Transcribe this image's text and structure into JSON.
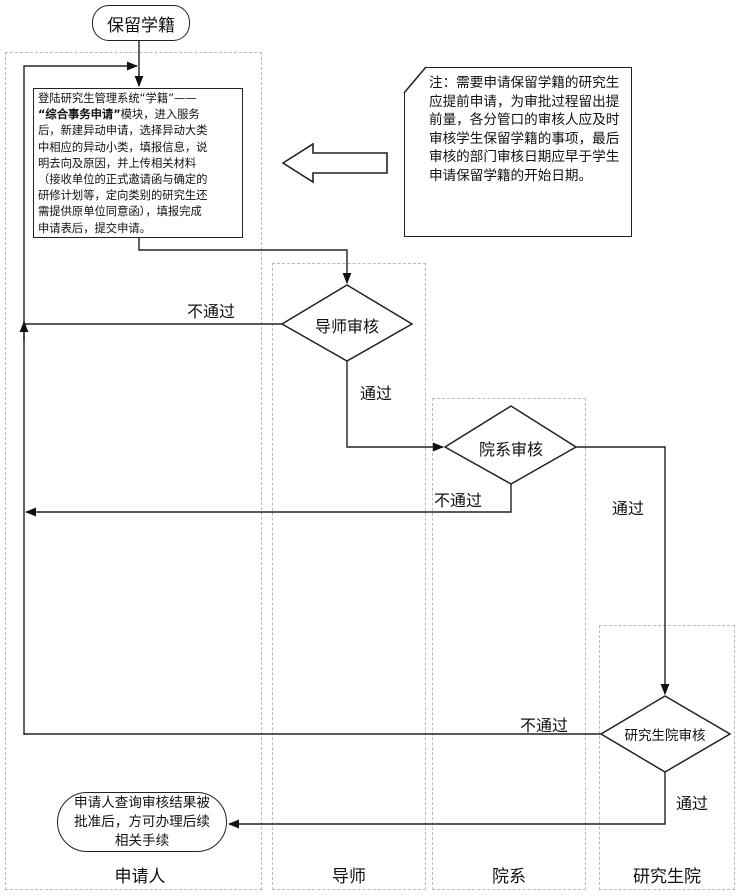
{
  "diagram": {
    "start_label": "保留学籍",
    "lanes": [
      "申请人",
      "导师",
      "院系",
      "研究生院"
    ],
    "step1": {
      "line1": "登陆研究生管理系统“学籍”——",
      "line2_bold": "“综合事务申请”",
      "line2_rest": "模块，进入服务",
      "line3": "后，新建异动申请，选择异动大类",
      "line4": "中相应的异动小类，填报信息，说",
      "line5": "明去向及原因，并上传相关材料",
      "line6": "（接收单位的正式邀请函与确定的",
      "line7": "研修计划等，定向类别的研究生还",
      "line8": "需提供原单位同意函），填报完成",
      "line9": "申请表后，提交申请。"
    },
    "note": "注：需要申请保留学籍的研究生应提前申请，为审批过程留出提前量，各分管口的审核人应及时审核学生保留学籍的事项，最后审核的部门审核日期应早于学生申请保留学籍的开始日期。",
    "decisions": {
      "advisor": "导师审核",
      "dept": "院系审核",
      "grad": "研究生院审核"
    },
    "edge_labels": {
      "fail_advisor": "不通过",
      "pass_advisor": "通过",
      "fail_dept": "不通过",
      "pass_dept": "通过",
      "fail_grad": "不通过",
      "pass_grad": "通过"
    },
    "end_label": "申请人查询审核结果被批准后，方可办理后续相关手续"
  }
}
